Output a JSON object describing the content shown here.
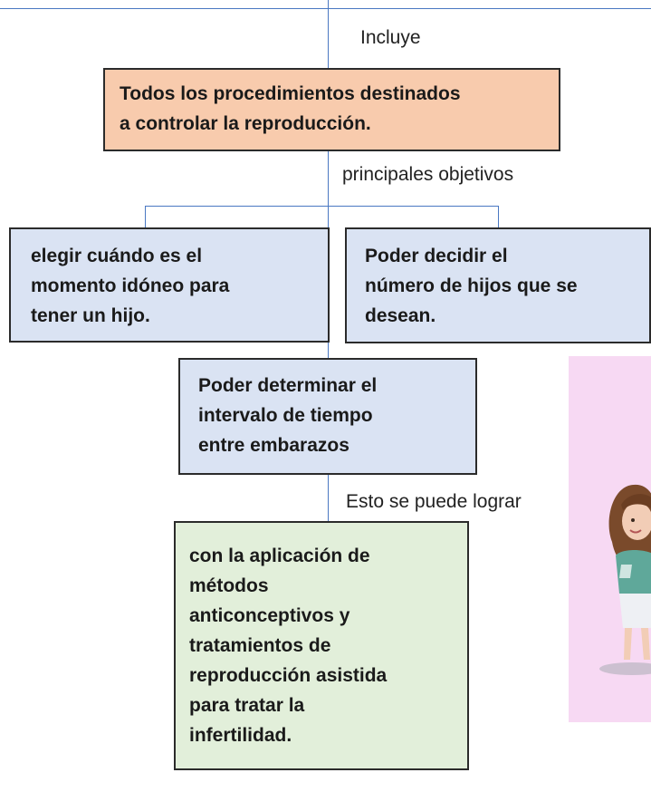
{
  "labels": {
    "incluye": "Incluye",
    "objetivos": "principales objetivos",
    "lograr": "Esto se puede lograr"
  },
  "boxes": {
    "main": "Todos los procedimientos destinados\na controlar la reproducción.",
    "left": "elegir cuándo es el\nmomento idóneo para\ntener un hijo.",
    "right": "Poder decidir el\nnúmero de hijos que se\ndesean.",
    "middle": "Poder determinar el\nintervalo de tiempo\nentre embarazos",
    "bottom": "con la aplicación de\nmétodos\nanticonceptivos y\ntratamientos de\nreproducción asistida\npara tratar la\ninfertilidad."
  },
  "colors": {
    "connector": "#4a78c2",
    "main_fill": "#f8cbad",
    "objective_fill": "#dae3f3",
    "result_fill": "#e2efda",
    "illustration_bg": "#f7d9f3"
  }
}
